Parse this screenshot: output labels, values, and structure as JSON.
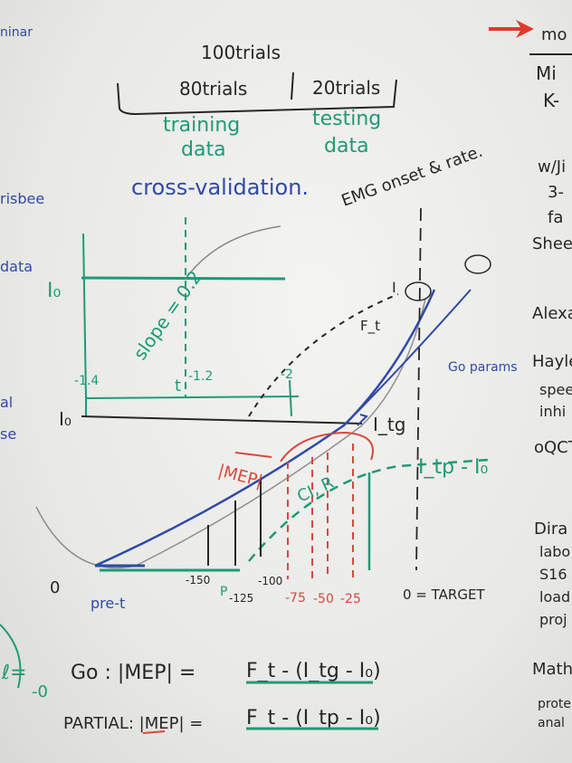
{
  "board": {
    "top_left": {
      "total": "100trials",
      "left_box": "80trials",
      "right_box": "20trials",
      "left_label_1": "training",
      "left_label_2": "data",
      "right_label_1": "testing",
      "right_label_2": "data",
      "title": "cross-validation."
    },
    "left_edge": {
      "a": "ninar",
      "b": "risbee",
      "c": "data",
      "d": "al",
      "e": "se"
    },
    "small_plot": {
      "i_label": "I₀",
      "slope": "slope = 0.2",
      "ticks": [
        "-1.4",
        "-1.2",
        "-2"
      ],
      "t_label": "t"
    },
    "main_plot": {
      "i0_label": "I₀",
      "zero_label": "0",
      "annotation_top": "EMG onset & rate.",
      "itg_label": "I_tg",
      "itp_minus_i0": "I_tp - I₀",
      "ft_label": "F_t",
      "go_params": "Go params",
      "mep_label": "|MEP|",
      "ci": "CI, R",
      "pre_t": "pre-t",
      "ticks": [
        "-150",
        "-125",
        "-100",
        "-75",
        "-50",
        "-25"
      ],
      "target": "0 = TARGET",
      "partial": "P"
    },
    "equations": {
      "go_lhs": "Go :  |MEP|  =",
      "go_rhs": "F_t  - (I_tg  - I₀)",
      "partial_lhs": "PARTIAL:  |MEP|  =",
      "partial_rhs": "F_t  - (I_tp  - I₀)"
    },
    "right_edge": {
      "r1": "mo",
      "r2": "Mi",
      "r3": "K-",
      "r4": "w/Ji",
      "r5": "3-",
      "r6": "fa",
      "r7": "Shee",
      "r8": "Alexa",
      "r9": "Hayle",
      "r10": "spee",
      "r11": "inhi",
      "r12": "oQCT",
      "r13": "Dira",
      "r14": "labo",
      "r15": "S16",
      "r16": "load",
      "r17": "proj",
      "r18": "Math",
      "r19": "prote",
      "r20": "anal"
    },
    "colors": {
      "blue_marker": "#2f4aa8",
      "green_marker": "#1e9a78",
      "red_marker": "#d9473f",
      "black_marker": "#262626"
    }
  }
}
